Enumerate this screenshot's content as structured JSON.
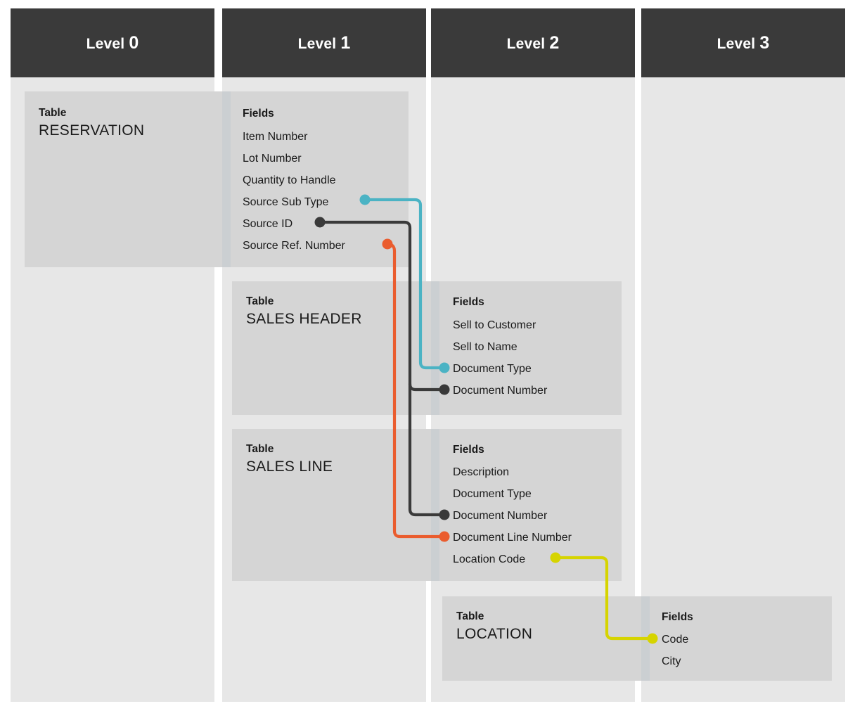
{
  "diagram": {
    "title_prefix": "Level",
    "levels": [
      {
        "label": "Level",
        "number": "0"
      },
      {
        "label": "Level",
        "number": "1"
      },
      {
        "label": "Level",
        "number": "2"
      },
      {
        "label": "Level",
        "number": "3"
      }
    ]
  },
  "blocks": {
    "reservation": {
      "table_label": "Table",
      "table_name": "RESERVATION",
      "fields_label": "Fields",
      "fields": [
        {
          "name": "Item Number",
          "connector": null
        },
        {
          "name": "Lot Number",
          "connector": null
        },
        {
          "name": "Quantity to Handle",
          "connector": null
        },
        {
          "name": "Source Sub Type",
          "connector": "teal"
        },
        {
          "name": "Source ID",
          "connector": "dark"
        },
        {
          "name": "Source Ref. Number",
          "connector": "orange"
        }
      ]
    },
    "sales_header": {
      "table_label": "Table",
      "table_name": "SALES HEADER",
      "fields_label": "Fields",
      "fields": [
        {
          "name": "Sell to Customer",
          "connector": null
        },
        {
          "name": "Sell to Name",
          "connector": null
        },
        {
          "name": "Document Type",
          "connector": "teal"
        },
        {
          "name": "Document Number",
          "connector": "dark"
        }
      ]
    },
    "sales_line": {
      "table_label": "Table",
      "table_name": "SALES LINE",
      "fields_label": "Fields",
      "fields": [
        {
          "name": "Description",
          "connector": null
        },
        {
          "name": "Document Type",
          "connector": null
        },
        {
          "name": "Document Number",
          "connector": "dark"
        },
        {
          "name": "Document Line Number",
          "connector": "orange"
        },
        {
          "name": "Location Code",
          "connector": "yellow"
        }
      ]
    },
    "location": {
      "table_label": "Table",
      "table_name": "LOCATION",
      "fields_label": "Fields",
      "fields": [
        {
          "name": "Code",
          "connector": "yellow"
        },
        {
          "name": "City",
          "connector": null
        }
      ]
    }
  },
  "colors": {
    "header_bar": "#3a3a3a",
    "column_bg": "#e7e7e7",
    "block_bg": "#d5d5d5",
    "page_bg": "#ffffff",
    "text": "#1a1a1a",
    "connector_teal": "#4bb3c4",
    "connector_dark": "#3a3a3a",
    "connector_orange": "#ea5c2e",
    "connector_yellow": "#d6d400"
  },
  "relations": [
    {
      "color": "teal",
      "from_table": "RESERVATION",
      "from_field": "Source Sub Type",
      "to_table": "SALES HEADER",
      "to_field": "Document Type"
    },
    {
      "color": "dark",
      "from_table": "RESERVATION",
      "from_field": "Source ID",
      "to_table": "SALES HEADER",
      "to_field": "Document Number"
    },
    {
      "color": "dark",
      "from_table": "RESERVATION",
      "from_field": "Source ID",
      "to_table": "SALES LINE",
      "to_field": "Document Number"
    },
    {
      "color": "orange",
      "from_table": "RESERVATION",
      "from_field": "Source Ref. Number",
      "to_table": "SALES LINE",
      "to_field": "Document Line Number"
    },
    {
      "color": "yellow",
      "from_table": "SALES LINE",
      "from_field": "Location Code",
      "to_table": "LOCATION",
      "to_field": "Code"
    }
  ]
}
